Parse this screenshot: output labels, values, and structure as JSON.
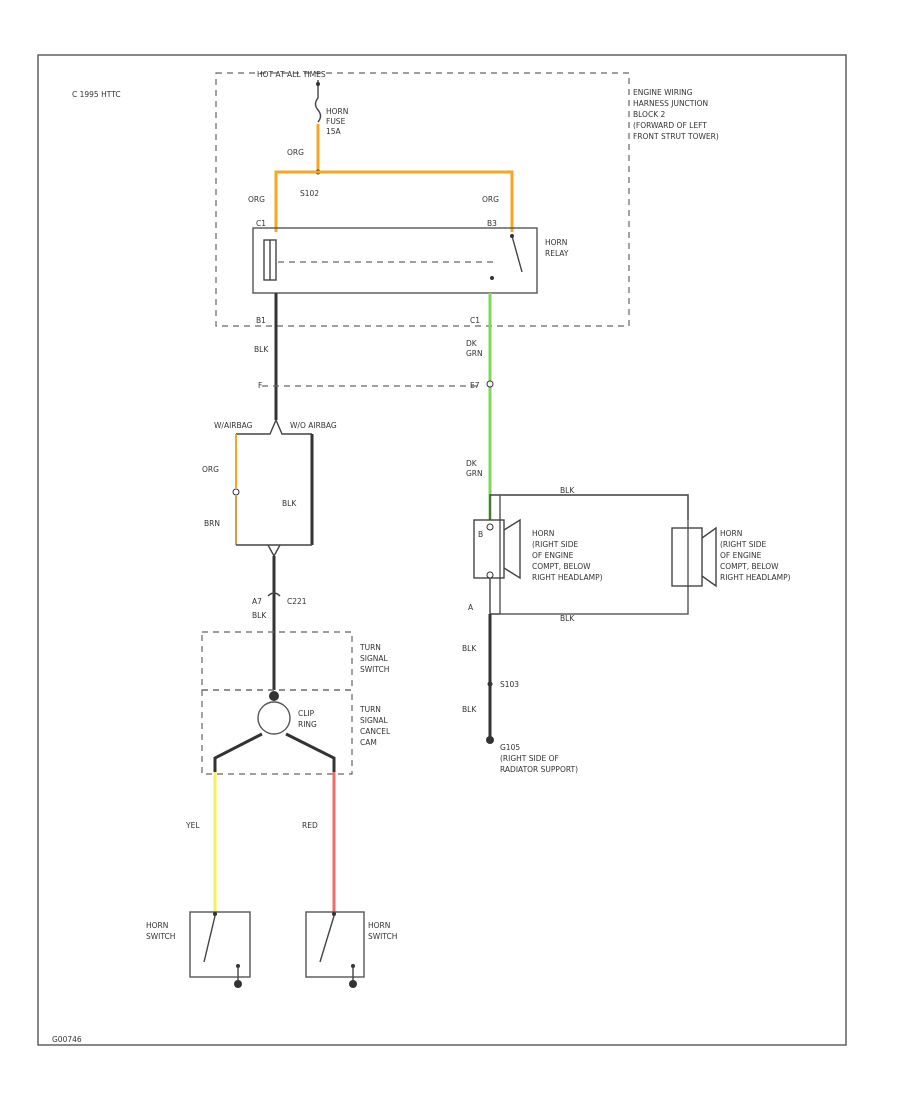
{
  "copyright": "C 1995 HTTC",
  "figure_id": "G00746",
  "labels": {
    "hot_at_all_times": "HOT AT ALL TIMES",
    "horn_fuse": [
      "HORN",
      "FUSE",
      "15A"
    ],
    "ejb": [
      "ENGINE WIRING",
      "HARNESS JUNCTION",
      "BLOCK 2",
      "(FORWARD OF LEFT",
      "FRONT STRUT TOWER)"
    ],
    "org_a": "ORG",
    "splice_s102": "S102",
    "org_b": "ORG",
    "org_c": "ORG",
    "relay_pin_left_top": "C1",
    "relay_pin_right_top": "B3",
    "horn_relay": [
      "HORN",
      "RELAY"
    ],
    "relay_pin_left_bot": "B1",
    "relay_pin_right_bot": "C1",
    "blk_a": "BLK",
    "dk_grn_a": [
      "DK",
      "GRN"
    ],
    "conn_f": "F",
    "conn_e7": "E7",
    "airbag": "W/AIRBAG",
    "wo_airbag": "W/O AIRBAG",
    "org_d": "ORG",
    "brn": "BRN",
    "blk_b": "BLK",
    "dk_grn_b": [
      "DK",
      "GRN"
    ],
    "blk_c": "BLK",
    "horn_right": [
      "HORN",
      "(RIGHT SIDE",
      "OF ENGINE",
      "COMPT, BELOW",
      "RIGHT HEADLAMP)"
    ],
    "horn_left": [
      "HORN",
      "(RIGHT SIDE",
      "OF ENGINE",
      "COMPT, BELOW",
      "RIGHT HEADLAMP)"
    ],
    "blk_d": "BLK",
    "conn_a": "A",
    "conn_b": "B",
    "c221_pin": "A7",
    "c221": "C221",
    "blk_e": "BLK",
    "turn_signal_switch": [
      "TURN",
      "SIGNAL",
      "SWITCH"
    ],
    "clip_ring": [
      "CLIP",
      "RING"
    ],
    "turn_signal_cancel": [
      "TURN",
      "SIGNAL",
      "CANCEL",
      "CAM"
    ],
    "blk_f": "BLK",
    "splice_s103": "S103",
    "blk_g": "BLK",
    "g105": [
      "G105",
      "(RIGHT SIDE OF",
      "RADIATOR SUPPORT)"
    ],
    "yel": "YEL",
    "red": "RED",
    "horn_switch_left": [
      "HORN",
      "SWITCH"
    ],
    "horn_switch_right": [
      "HORN",
      "SWITCH"
    ]
  },
  "colors": {
    "org": "#f5a623",
    "dk_grn": "#7ed957",
    "yel": "#f7ef5c",
    "red": "#f06b6b",
    "blk": "#333333"
  }
}
